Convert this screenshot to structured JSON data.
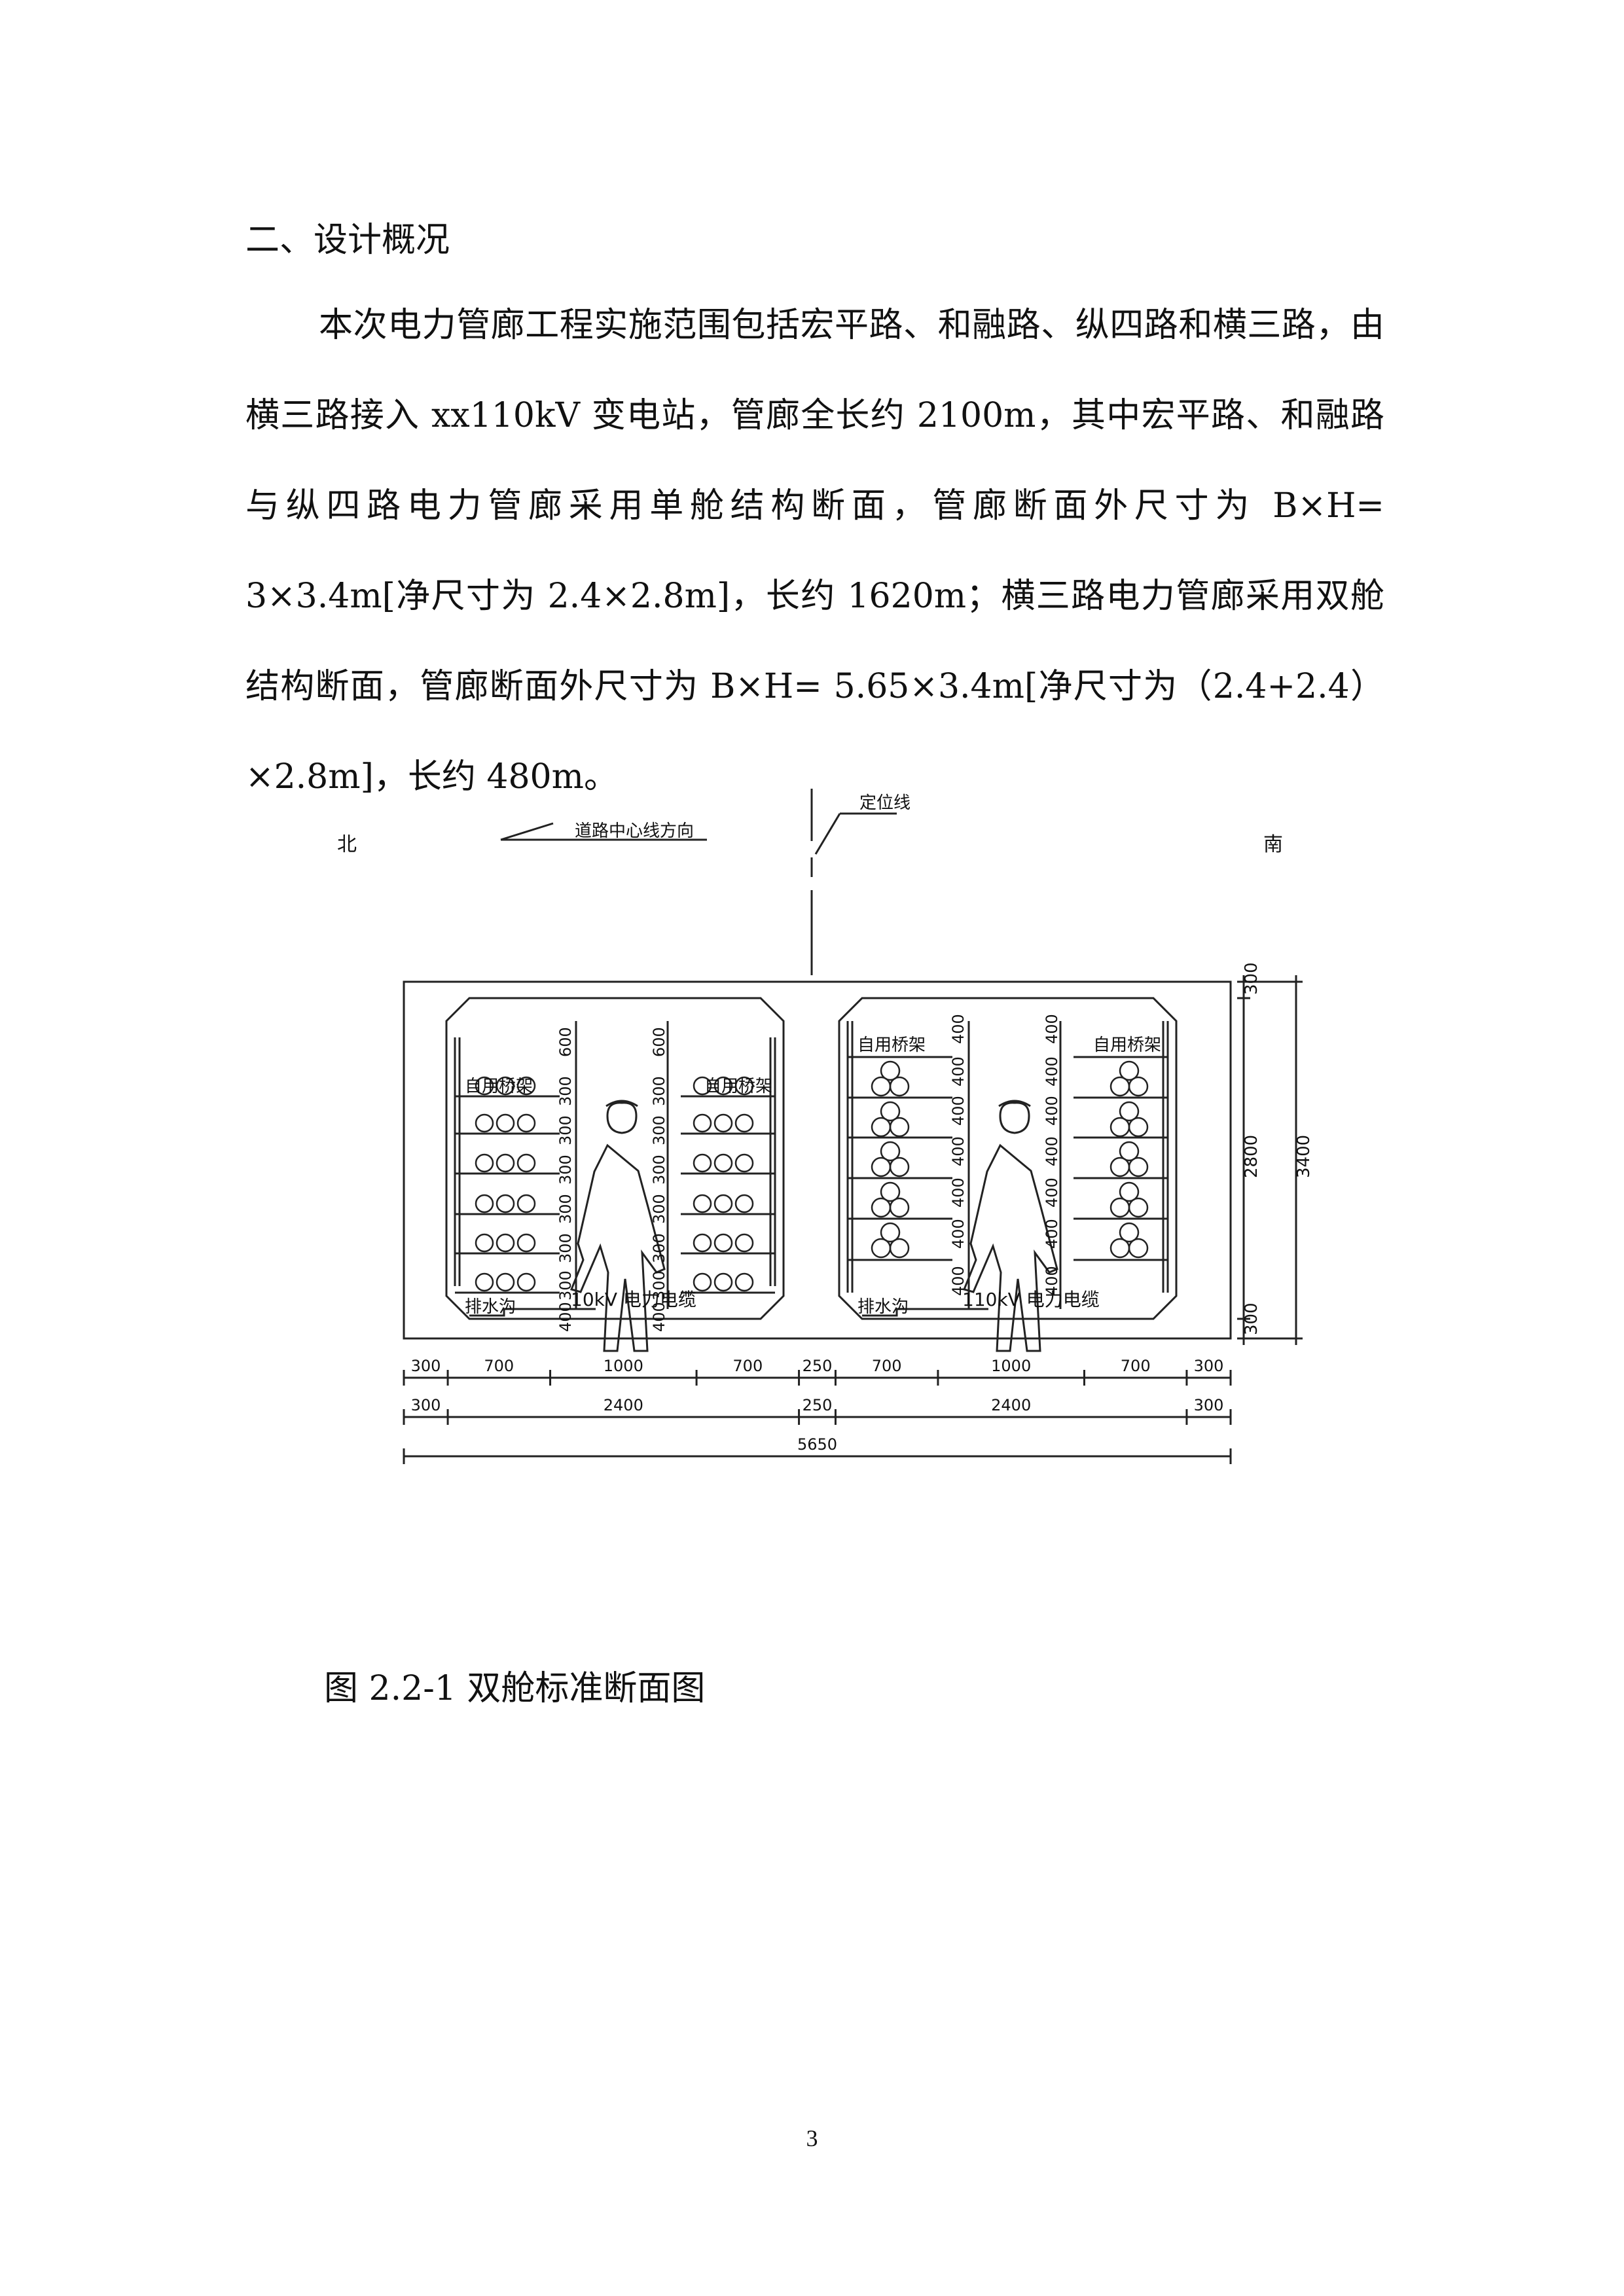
{
  "section": {
    "heading": "二、设计概况",
    "paragraph": "本次电力管廊工程实施范围包括宏平路、和融路、纵四路和横三路，由横三路接入 xx110kV 变电站，管廊全长约 2100m，其中宏平路、和融路与纵四路电力管廊采用单舱结构断面，管廊断面外尺寸为 B×H= 3×3.4m[净尺寸为 2.4×2.8m]，长约 1620m；横三路电力管廊采用双舱结构断面，管廊断面外尺寸为 B×H= 5.65×3.4m[净尺寸为（2.4+2.4）×2.8m]，长约 480m。"
  },
  "figure": {
    "caption": "图 2.2-1 双舱标准断面图",
    "north_label": "北",
    "south_label": "南",
    "road_direction_label": "道路中心线方向",
    "locating_line_label": "定位线",
    "left_cabin": {
      "tray_label": "自用桥架",
      "cable_label": "10kV 电力电缆",
      "drain_label": "排水沟",
      "spacing_dims": [
        "600",
        "300",
        "300",
        "300",
        "300",
        "300",
        "300",
        "400"
      ]
    },
    "right_cabin": {
      "tray_label": "自用桥架",
      "cable_label": "110kV 电力电缆",
      "drain_label": "排水沟",
      "spacing_dims": [
        "400",
        "400",
        "400",
        "400",
        "400",
        "400",
        "400"
      ]
    },
    "vertical_dims": {
      "top": "300",
      "inner": "2800",
      "bottom": "300",
      "total": "3400"
    },
    "bottom_dims": {
      "row1": [
        "300",
        "700",
        "1000",
        "700",
        "250",
        "700",
        "1000",
        "700",
        "300"
      ],
      "row2": [
        "300",
        "2400",
        "250",
        "2400",
        "300"
      ],
      "row3": [
        "5650"
      ]
    }
  },
  "page_number": "3"
}
